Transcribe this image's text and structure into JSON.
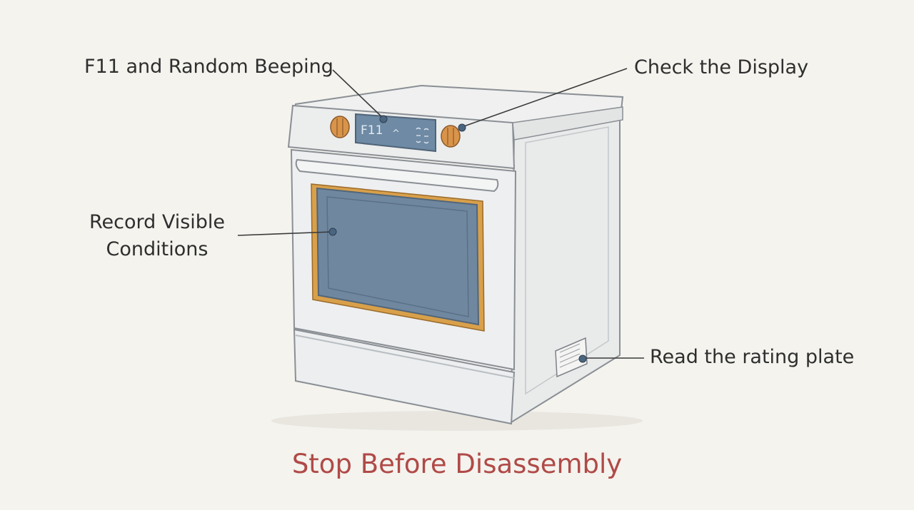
{
  "callouts": {
    "f11_beeping": "F11 and Random Beeping",
    "check_display": "Check the Display",
    "record_conditions_line1": "Record Visible",
    "record_conditions_line2": "Conditions",
    "rating_plate": "Read the rating plate"
  },
  "display": {
    "code": "F11"
  },
  "title": "Stop Before Disassembly",
  "colors": {
    "background": "#f4f3ee",
    "title_red": "#b04a47",
    "knob_orange": "#d9944a",
    "door_gasket": "#d9a04a",
    "window_blue": "#6f879f",
    "display_panel": "#6e8aa4",
    "leader_line": "#3a3a3a",
    "callout_dot": "#4a6580"
  },
  "icons": {
    "oven": "range-oven-illustration",
    "knob": "control-knob-icon",
    "rating_plate": "rating-plate-icon"
  }
}
